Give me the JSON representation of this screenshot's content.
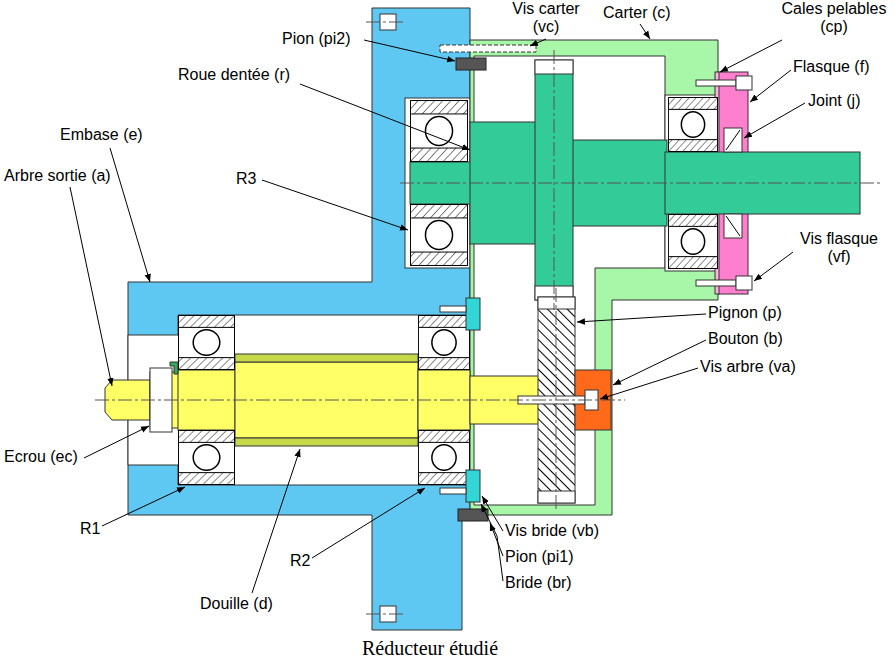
{
  "diagram": {
    "caption": "Réducteur étudié",
    "labels": [
      "Vis carter (vc)",
      "Carter (c)",
      "Pion (pi2)",
      "Cales pelables (cp)",
      "Roue dentée (r)",
      "Flasque (f)",
      "Joint (j)",
      "Embase (e)",
      "Arbre sortie (a)",
      "R3",
      "Vis flasque (vf)",
      "Pignon (p)",
      "Bouton (b)",
      "Vis arbre (va)",
      "Ecrou (ec)",
      "R1",
      "Vis bride (vb)",
      "Pion (pi1)",
      "Bride (br)",
      "R2",
      "Douille (d)"
    ]
  }
}
